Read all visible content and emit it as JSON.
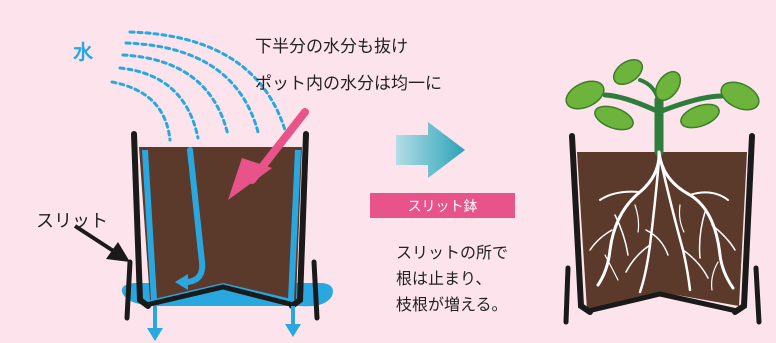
{
  "labels": {
    "water": "水",
    "caption_line1": "下半分の水分も抜け",
    "caption_line2": "ポット内の水分は均一に",
    "slit": "スリット",
    "badge": "スリット鉢",
    "result_lines": [
      "スリットの所で",
      "根は止まり、",
      "枝根が増える。"
    ]
  },
  "colors": {
    "background": "#fde4ec",
    "water": "#29a8e0",
    "soil": "#5b3a2c",
    "pot_outline": "#1a1a1a",
    "accent_arrow": "#e85389",
    "badge": "#e85389",
    "root": "#ffffff",
    "stem": "#2f7d3a",
    "leaf": "#6cb43c"
  }
}
